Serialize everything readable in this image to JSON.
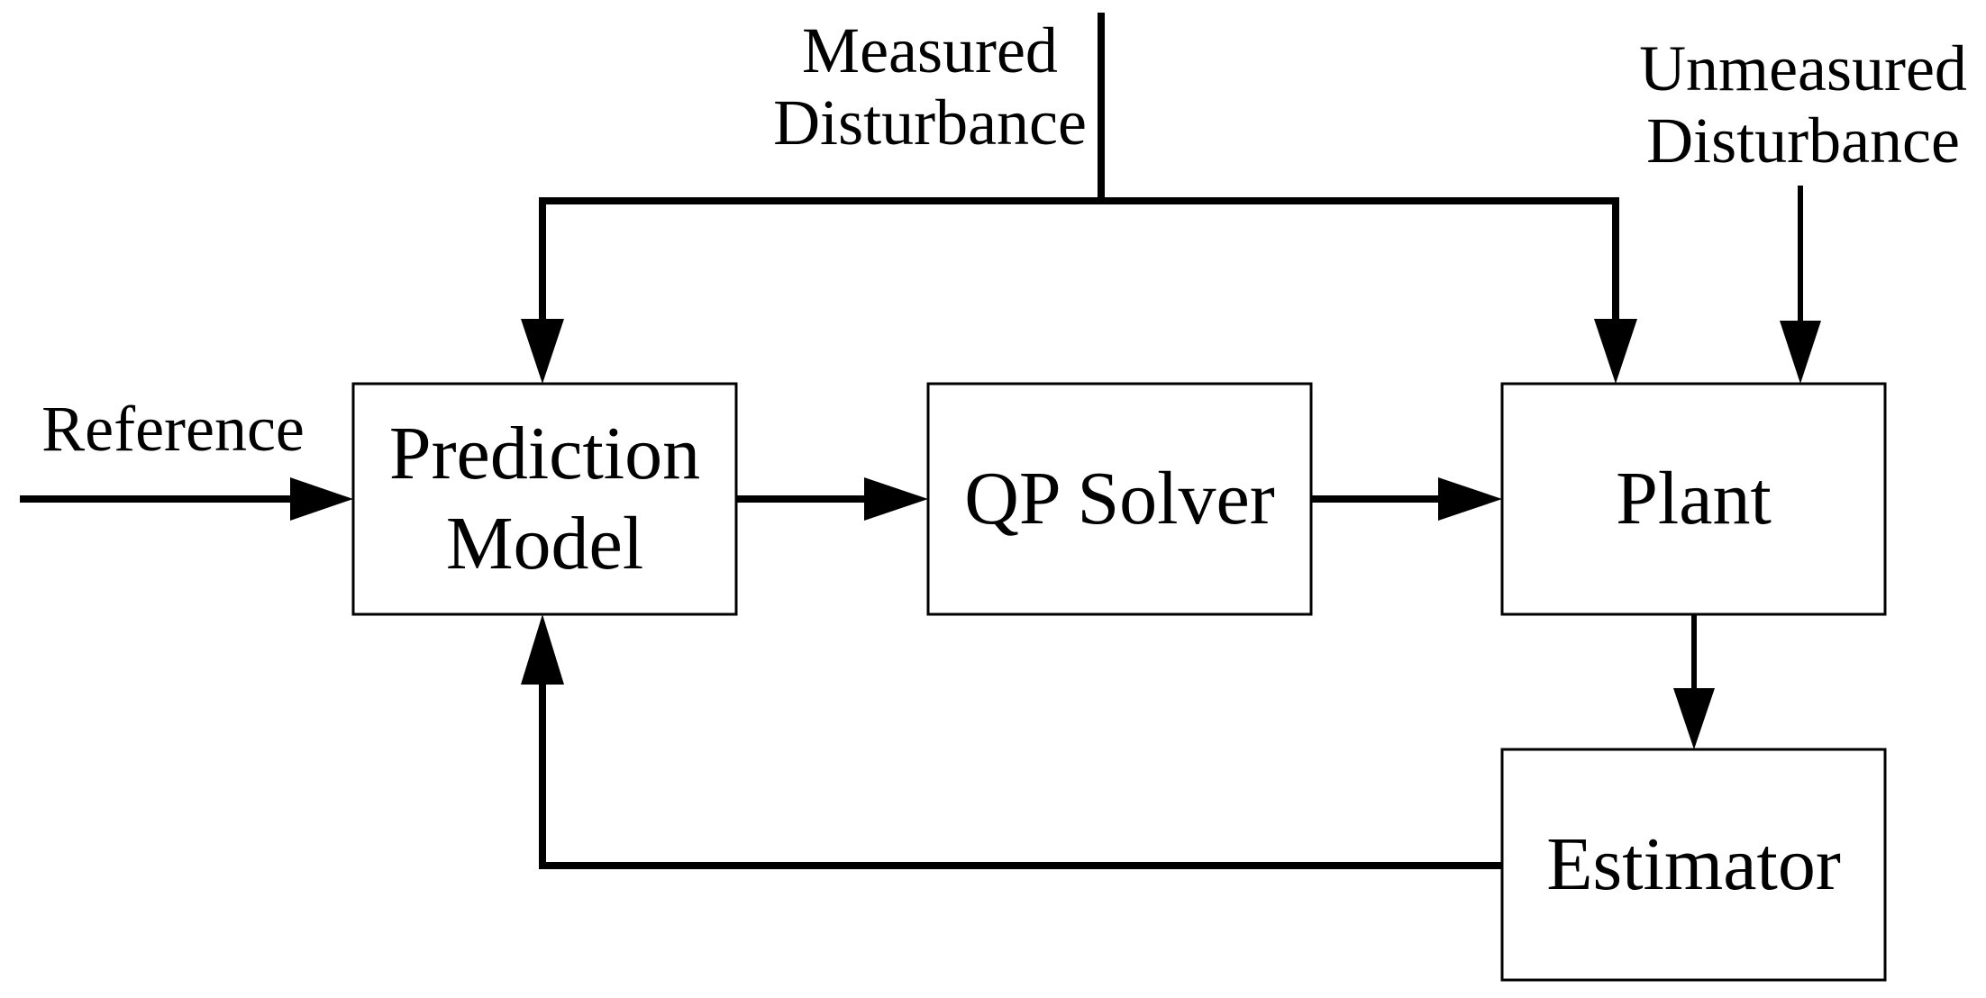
{
  "diagram": {
    "type": "block-diagram",
    "annotations": {
      "measured_disturbance": {
        "line1": "Measured",
        "line2": "Disturbance"
      },
      "unmeasured_disturbance": {
        "line1": "Unmeasured",
        "line2": "Disturbance"
      },
      "reference": "Reference"
    },
    "blocks": {
      "prediction_model": {
        "line1": "Prediction",
        "line2": "Model"
      },
      "qp_solver": {
        "label": "QP Solver"
      },
      "plant": {
        "label": "Plant"
      },
      "estimator": {
        "label": "Estimator"
      }
    },
    "connections": [
      {
        "from": "measured-disturbance",
        "to": "prediction-model"
      },
      {
        "from": "measured-disturbance",
        "to": "plant"
      },
      {
        "from": "unmeasured-disturbance",
        "to": "plant"
      },
      {
        "from": "reference",
        "to": "prediction-model"
      },
      {
        "from": "prediction-model",
        "to": "qp-solver"
      },
      {
        "from": "qp-solver",
        "to": "plant"
      },
      {
        "from": "plant",
        "to": "estimator"
      },
      {
        "from": "estimator",
        "to": "prediction-model"
      }
    ],
    "colors": {
      "stroke": "#000000",
      "box_fill": "#ffffff",
      "background": "#ffffff",
      "text": "#000000"
    }
  }
}
